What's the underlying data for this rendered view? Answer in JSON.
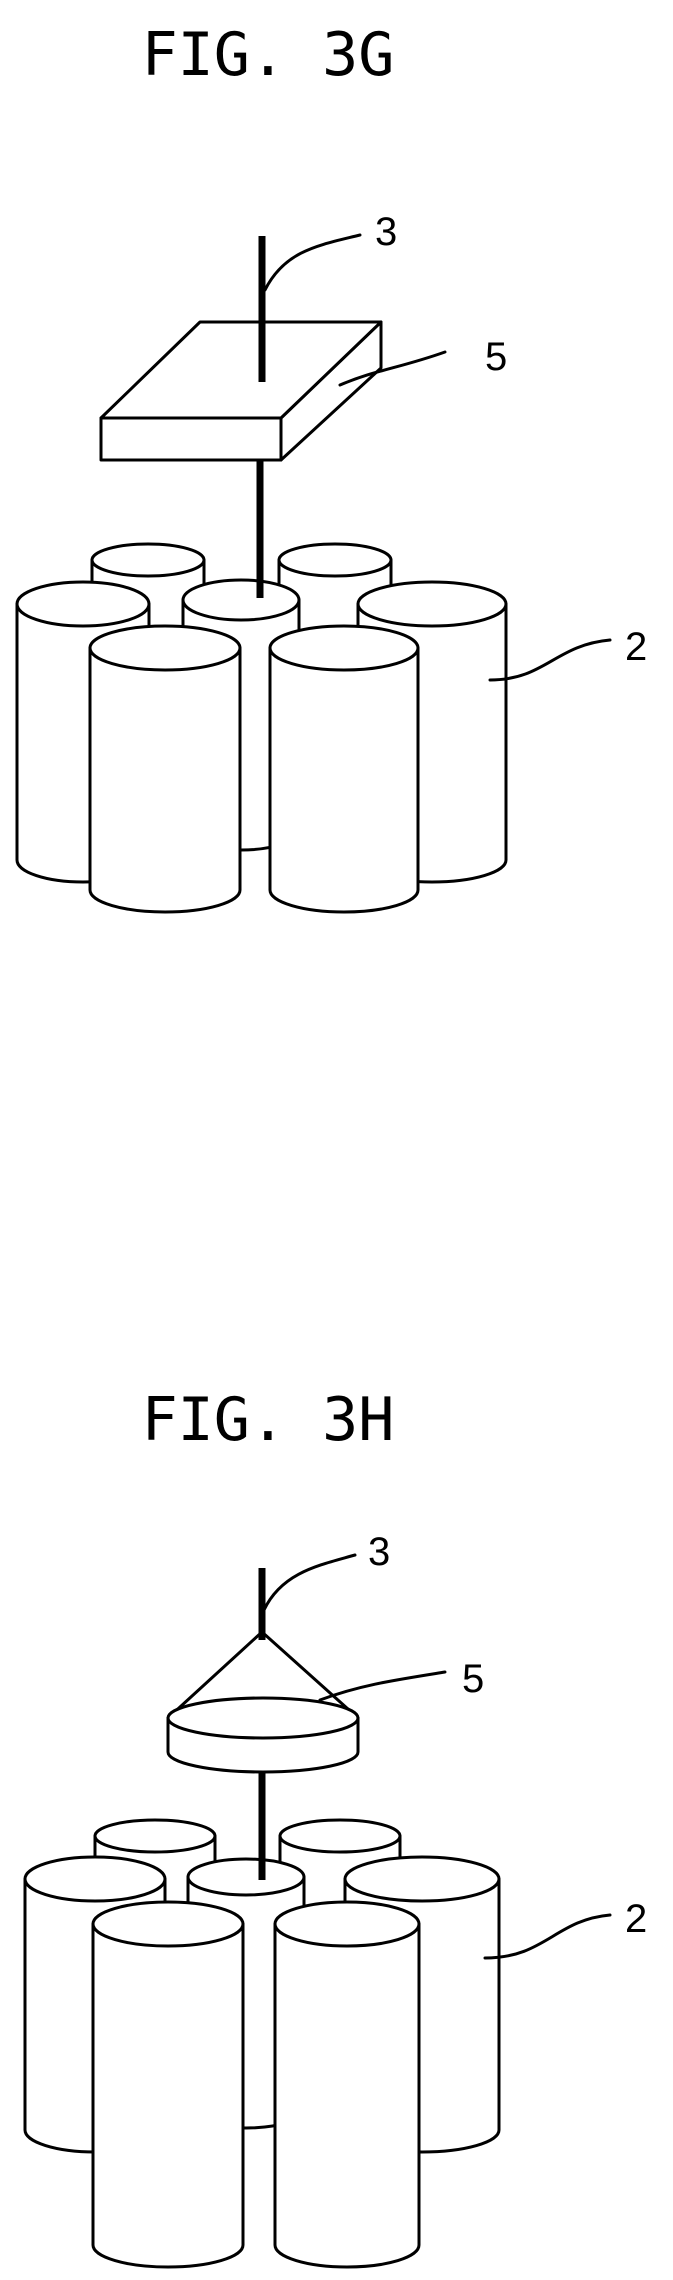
{
  "figures": [
    {
      "title": "FIG. 3G",
      "labels": {
        "rod": "3",
        "cover": "5",
        "cylinders": "2"
      }
    },
    {
      "title": "FIG. 3H",
      "labels": {
        "rod": "3",
        "cover": "5",
        "cylinders": "2"
      }
    }
  ],
  "colors": {
    "line": "#000000",
    "background": "#ffffff"
  }
}
